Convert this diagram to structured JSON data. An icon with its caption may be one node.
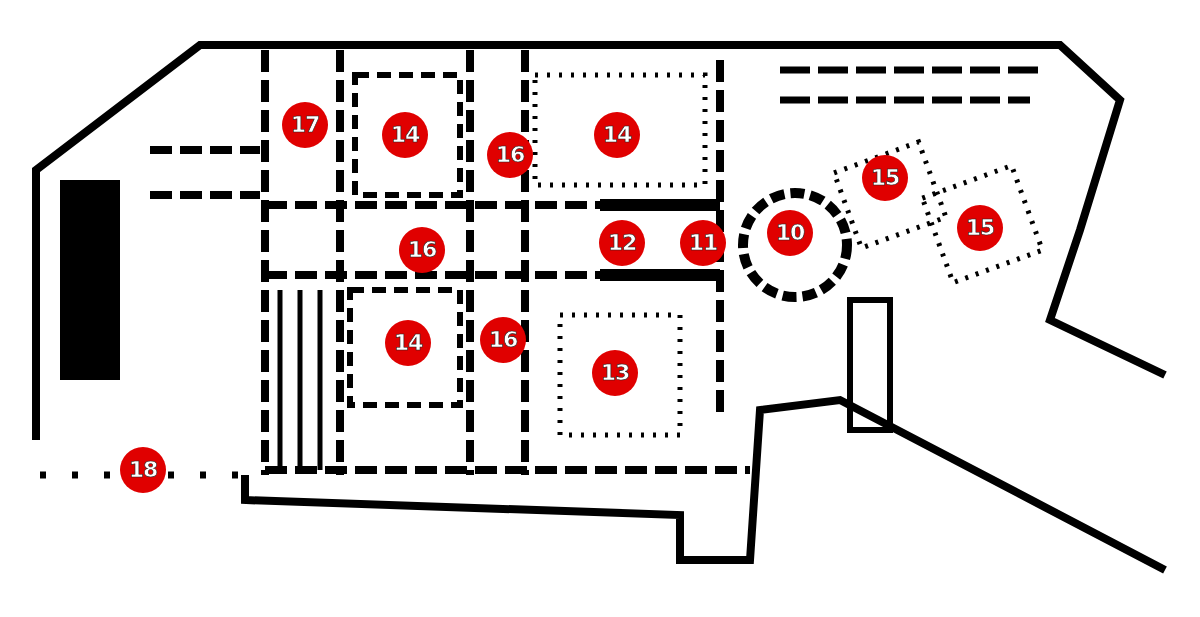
{
  "diagram": {
    "labels": [
      "17",
      "14",
      "16",
      "14",
      "15",
      "16",
      "12",
      "11",
      "10",
      "15",
      "14",
      "16",
      "13",
      "18"
    ]
  }
}
